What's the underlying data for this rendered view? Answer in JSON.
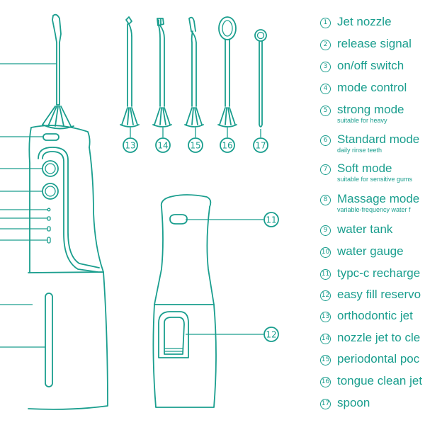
{
  "accent_color": "#1a9e8e",
  "legend": [
    {
      "num": "1",
      "label": "Jet nozzle",
      "sub": ""
    },
    {
      "num": "2",
      "label": "release signal",
      "sub": ""
    },
    {
      "num": "3",
      "label": "on/off switch",
      "sub": ""
    },
    {
      "num": "4",
      "label": "mode control",
      "sub": ""
    },
    {
      "num": "5",
      "label": "strong mode",
      "sub": "suitable for heavy"
    },
    {
      "num": "6",
      "label": "Standard mode",
      "sub": "daily rinse teeth"
    },
    {
      "num": "7",
      "label": "Soft mode",
      "sub": "suitable for sensitive gums"
    },
    {
      "num": "8",
      "label": "Massage mode",
      "sub": "variable-frequency water f"
    },
    {
      "num": "9",
      "label": "water tank",
      "sub": ""
    },
    {
      "num": "10",
      "label": "water gauge",
      "sub": ""
    },
    {
      "num": "11",
      "label": "typc-c recharge",
      "sub": ""
    },
    {
      "num": "12",
      "label": "easy fill reservo",
      "sub": ""
    },
    {
      "num": "13",
      "label": "orthodontic jet",
      "sub": ""
    },
    {
      "num": "14",
      "label": "nozzle jet to cle",
      "sub": ""
    },
    {
      "num": "15",
      "label": "periodontal poc",
      "sub": ""
    },
    {
      "num": "16",
      "label": "tongue clean jet",
      "sub": ""
    },
    {
      "num": "17",
      "label": "spoon",
      "sub": ""
    }
  ],
  "callouts": {
    "n13": "13",
    "n14": "14",
    "n15": "15",
    "n16": "16",
    "n17": "17",
    "n11": "11",
    "n12": "12"
  }
}
